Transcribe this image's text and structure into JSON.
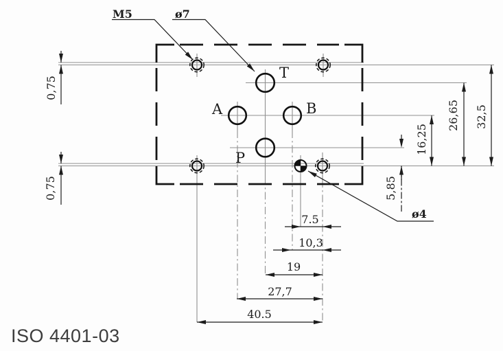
{
  "title": "ISO 4401-03",
  "colors": {
    "line": "#1c1c1c",
    "centerline": "#8f8f8f",
    "title_text": "#3d3d3d",
    "background": "#fdfdfd"
  },
  "callouts": {
    "thread": "M5",
    "port_diameter": "ø7",
    "pin_diameter": "ø4"
  },
  "ports": {
    "t": "T",
    "a": "A",
    "b": "B",
    "p": "P"
  },
  "dims": {
    "offset_top": "0,75",
    "offset_bottom": "0,75",
    "h_7_5": "7.5",
    "h_10_3": "10,3",
    "h_19": "19",
    "h_27_7": "27,7",
    "h_40_5": "40.5",
    "v_5_85": "5,85",
    "v_16_25": "16,25",
    "v_26_65": "26,65",
    "v_32_5": "32,5"
  }
}
